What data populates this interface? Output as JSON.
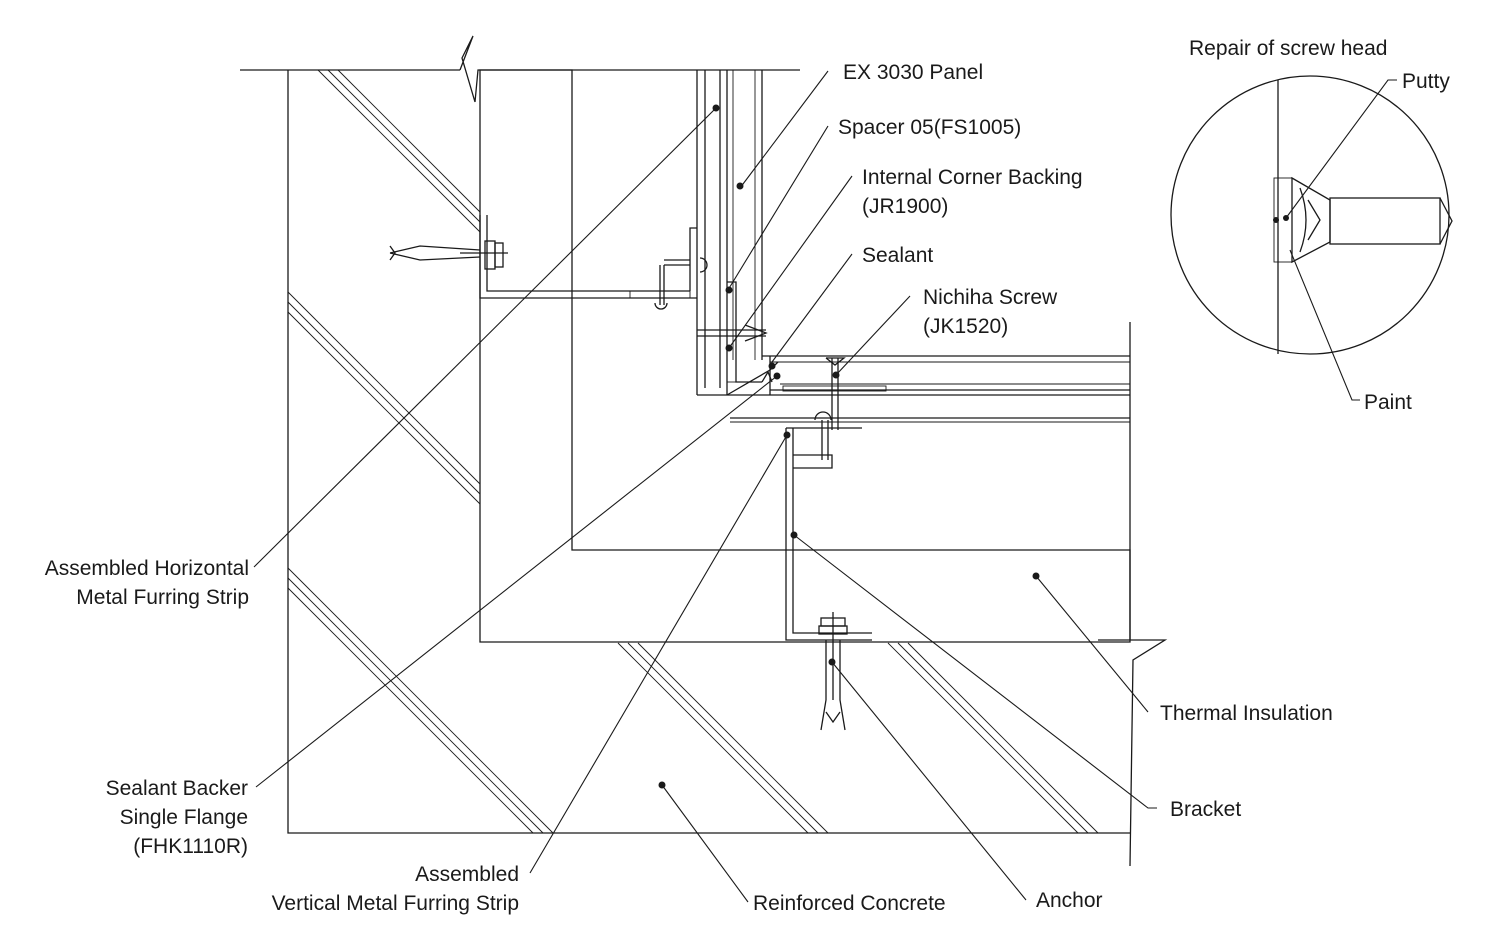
{
  "labels": {
    "ex_panel": "EX 3030 Panel",
    "spacer": "Spacer 05(FS1005)",
    "internal_corner_l1": "Internal Corner Backing",
    "internal_corner_l2": "(JR1900)",
    "sealant": "Sealant",
    "nichiha_screw_l1": "Nichiha Screw",
    "nichiha_screw_l2": "(JK1520)",
    "horizontal_strip_l1": "Assembled Horizontal",
    "horizontal_strip_l2": "Metal Furring Strip",
    "sealant_backer_l1": "Sealant Backer",
    "sealant_backer_l2": "Single Flange",
    "sealant_backer_l3": "(FHK1110R)",
    "vertical_strip_l1": "Assembled",
    "vertical_strip_l2": "Vertical Metal Furring Strip",
    "reinforced_concrete": "Reinforced Concrete",
    "anchor": "Anchor",
    "bracket": "Bracket",
    "thermal_insulation": "Thermal Insulation"
  },
  "detail": {
    "title": "Repair of screw head",
    "putty": "Putty",
    "paint": "Paint"
  }
}
